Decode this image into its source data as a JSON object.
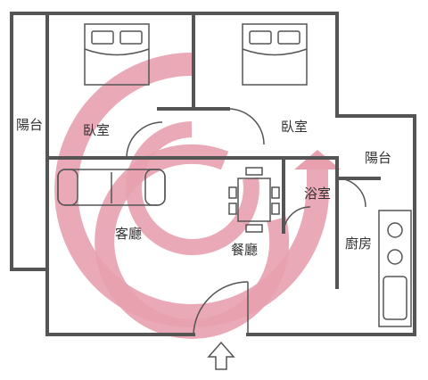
{
  "rooms": {
    "bedroom_left": "臥室",
    "bedroom_right": "臥室",
    "balcony_left": "陽台",
    "balcony_right": "陽台",
    "living_room": "客廳",
    "dining_room": "餐廳",
    "bathroom": "浴室",
    "kitchen": "廚房"
  },
  "colors": {
    "wall": "#555555",
    "spiral": "#e8a0ae",
    "furniture": "#555555"
  },
  "icons": {
    "entrance": "up-arrow-outline-icon"
  }
}
